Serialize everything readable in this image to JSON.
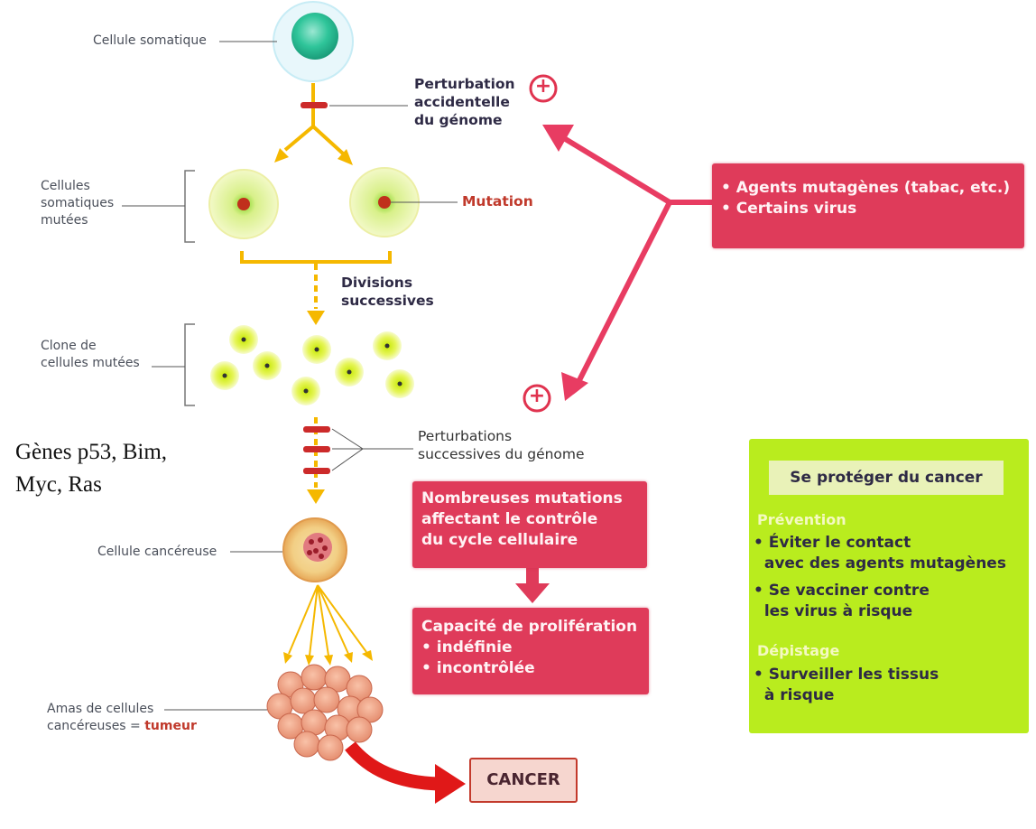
{
  "labels": {
    "somatic_cell": "Cellule somatique",
    "mutated_cells": "Cellules\nsomatiques\nmutées",
    "mutation": "Mutation",
    "clone": "Clone de\ncellules mutées",
    "cancer_cell": "Cellule cancéreuse",
    "cluster_prefix": "Amas de cellules\ncancéreuses = ",
    "tumor": "tumeur"
  },
  "steps": {
    "perturbation": "Perturbation\naccidentelle\ndu génome",
    "divisions": "Divisions\nsuccessives",
    "perturbations": "Perturbations\nsuccessives du génome"
  },
  "genes_note": "Gènes p53, Bim,\nMyc, Ras",
  "agents_box": [
    "• Agents mutagènes (tabac, etc.)",
    "• Certains virus"
  ],
  "mutations_box": "Nombreuses mutations\naffectant le contrôle\ndu cycle cellulaire",
  "proliferation_box": {
    "title": "Capacité de prolifération",
    "items": [
      "• indéfinie",
      "• incontrôlée"
    ]
  },
  "cancer_label": "CANCER",
  "protect": {
    "title": "Se protéger du cancer",
    "prevention_heading": "Prévention",
    "prevention_items": [
      "• Éviter le contact\n  avec des agents mutagènes",
      "• Se vacciner contre\n  les virus à risque"
    ],
    "screening_heading": "Dépistage",
    "screening_items": [
      "• Surveiller les tissus\n  à risque"
    ]
  },
  "plus_symbol": "+",
  "colors": {
    "red_box": "#df3b5a",
    "green_box": "#b9ec1e",
    "arrow_orange": "#f5b800",
    "arrow_pink": "#e83c62",
    "cancer_arrow": "#e01818"
  }
}
